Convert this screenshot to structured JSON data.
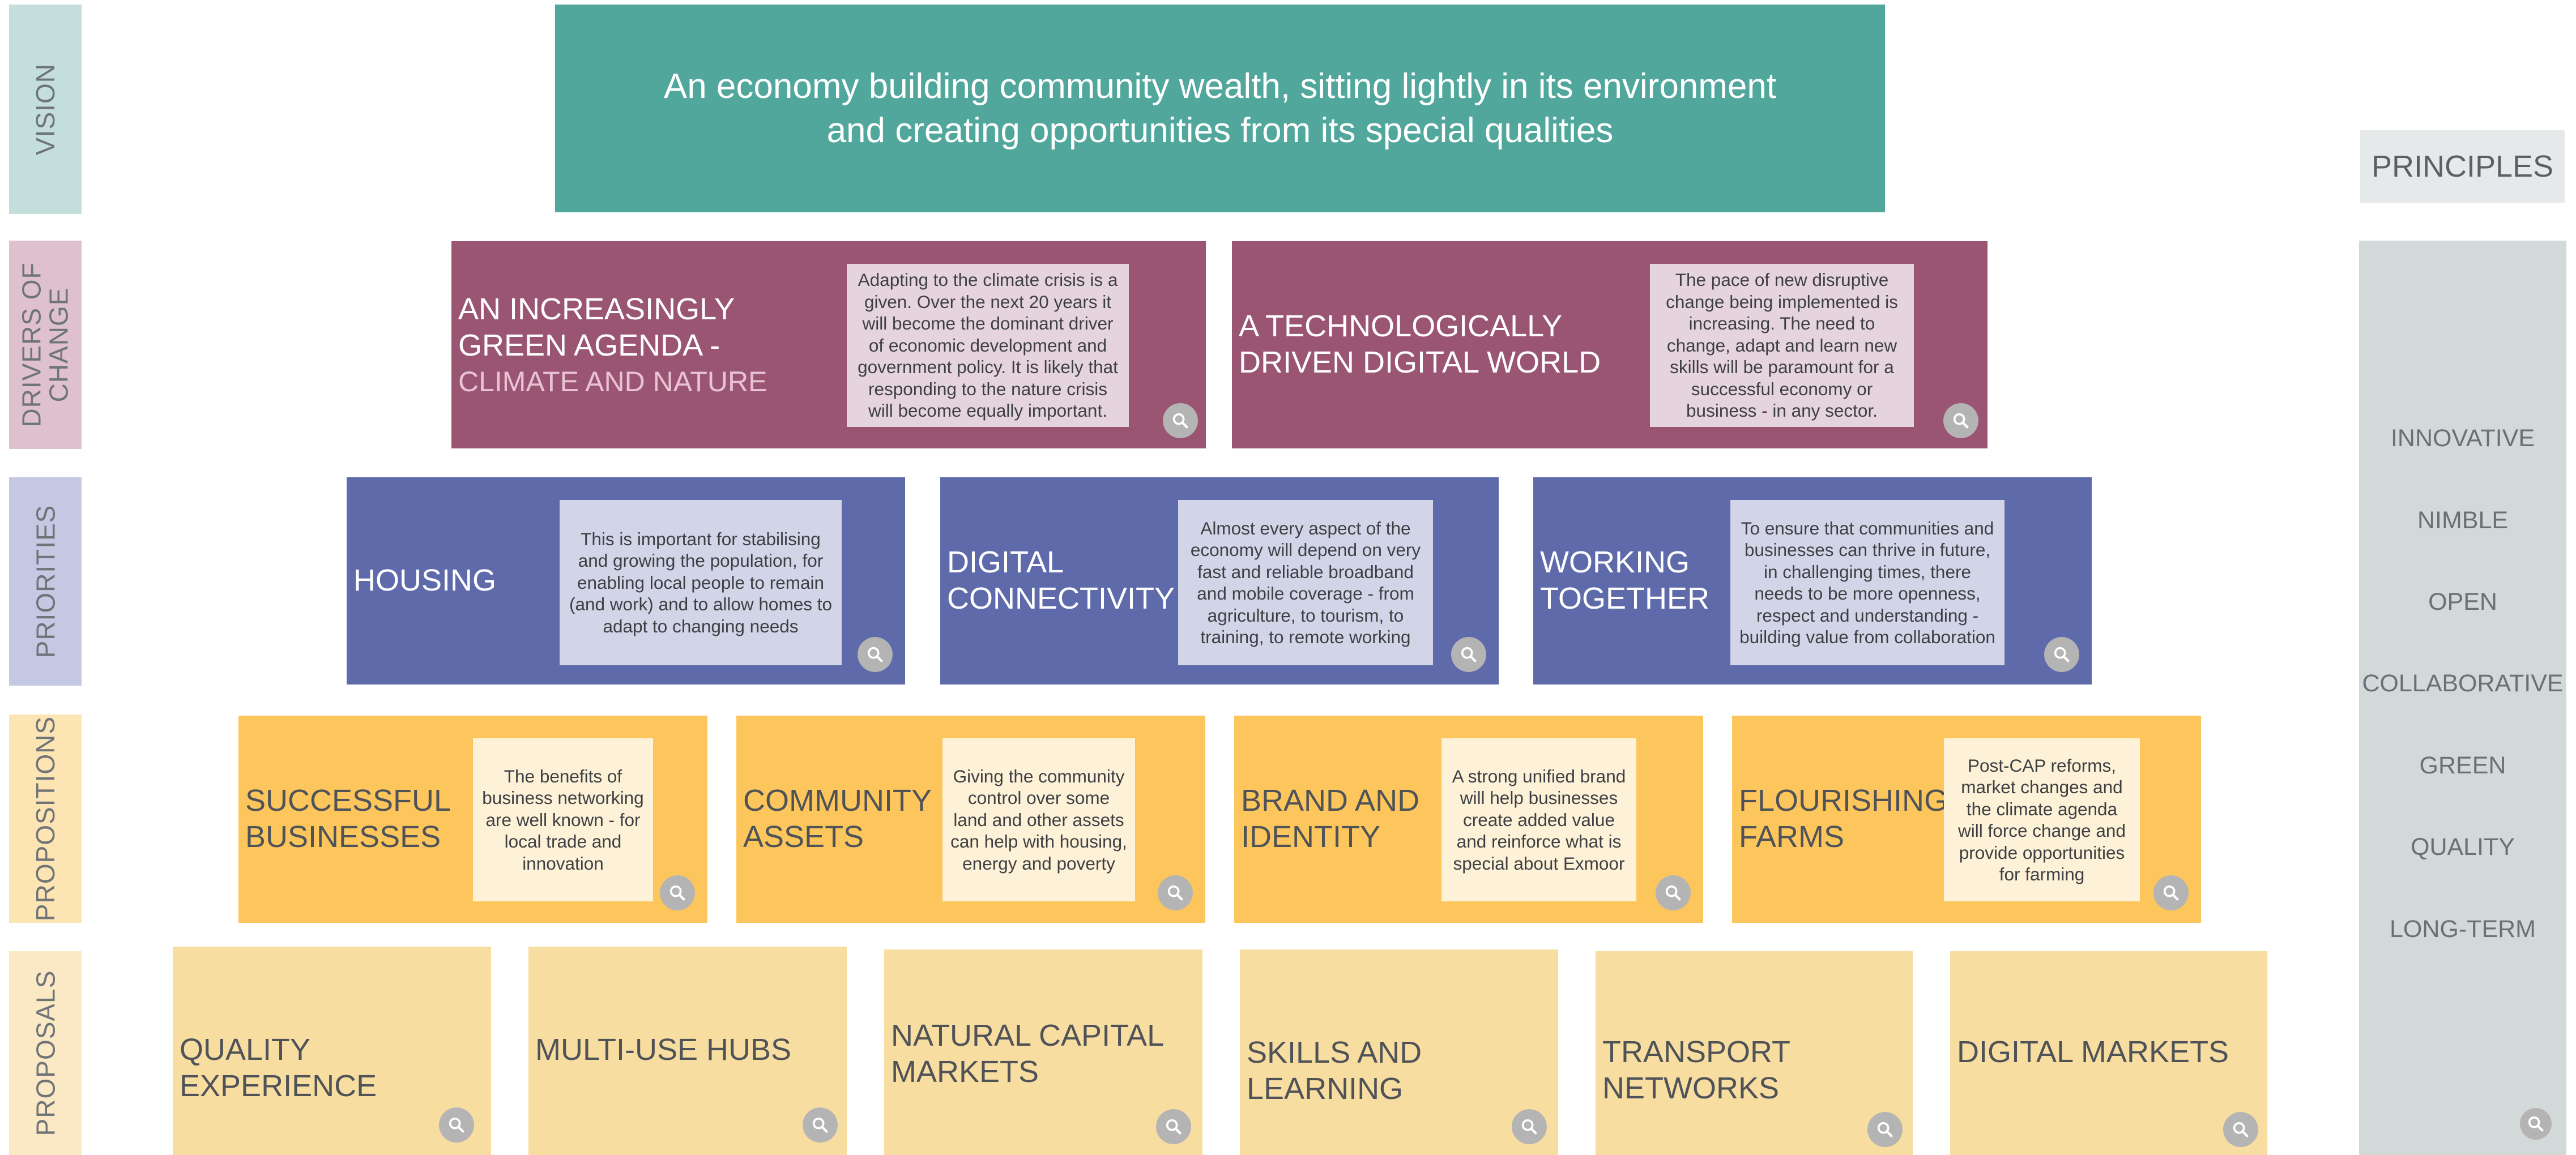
{
  "rows": {
    "vision": "VISION",
    "drivers": [
      "DRIVERS OF",
      "CHANGE"
    ],
    "priorities": "PRIORITIES",
    "propositions": "PROPOSITIONS",
    "proposals": "PROPOSALS"
  },
  "vision": {
    "line1": "An economy building community wealth, sitting lightly in its environment",
    "line2": "and creating opportunities from its special qualities"
  },
  "drivers": [
    {
      "title_lines": [
        "AN INCREASINGLY",
        "GREEN AGENDA -"
      ],
      "subtitle": "CLIMATE AND NATURE",
      "desc": "Adapting to the climate crisis is a given. Over the next 20 years it will become the dominant driver of economic development and government policy. It is likely that responding to the nature crisis will become equally important."
    },
    {
      "title_lines": [
        "A TECHNOLOGICALLY",
        "DRIVEN DIGITAL WORLD"
      ],
      "desc": "The pace of new disruptive change being implemented is increasing. The need to change, adapt and learn new skills will be paramount for a successful economy or business - in any sector."
    }
  ],
  "priorities": [
    {
      "title_lines": [
        "HOUSING"
      ],
      "desc": "This is important for stabilising and growing the population, for enabling local people to remain (and work) and to allow homes to adapt to changing needs"
    },
    {
      "title_lines": [
        "DIGITAL",
        "CONNECTIVITY"
      ],
      "desc": "Almost every aspect of the economy will depend on very fast and reliable broadband and mobile coverage - from agriculture, to tourism, to training, to remote working"
    },
    {
      "title_lines": [
        "WORKING",
        "TOGETHER"
      ],
      "desc": "To ensure that communities and businesses can thrive in future, in challenging times, there needs to be more openness, respect and understanding - building value from collaboration"
    }
  ],
  "propositions": [
    {
      "title_lines": [
        "SUCCESSFUL",
        "BUSINESSES"
      ],
      "desc": "The benefits of business networking are well known - for local trade and innovation"
    },
    {
      "title_lines": [
        "COMMUNITY",
        "ASSETS"
      ],
      "desc": "Giving the community control over some land and other assets can help with housing, energy and poverty"
    },
    {
      "title_lines": [
        "BRAND AND",
        "IDENTITY"
      ],
      "desc": "A strong unified brand will help businesses create added value and reinforce what is special about Exmoor"
    },
    {
      "title_lines": [
        "FLOURISHING",
        "FARMS"
      ],
      "desc": "Post-CAP reforms, market changes and the climate agenda will force change and provide opportunities for farming"
    }
  ],
  "proposals": [
    {
      "title_lines": [
        "QUALITY EXPERIENCE"
      ]
    },
    {
      "title_lines": [
        "MULTI-USE HUBS"
      ]
    },
    {
      "title_lines": [
        "NATURAL CAPITAL",
        "MARKETS"
      ]
    },
    {
      "title_lines": [
        "SKILLS AND LEARNING"
      ]
    },
    {
      "title_lines": [
        "TRANSPORT NETWORKS"
      ]
    },
    {
      "title_lines": [
        "DIGITAL MARKETS"
      ]
    }
  ],
  "principles": {
    "heading": "PRINCIPLES",
    "items": [
      "INNOVATIVE",
      "NIMBLE",
      "OPEN",
      "COLLABORATIVE",
      "GREEN",
      "QUALITY",
      "LONG-TERM"
    ]
  },
  "colors": {
    "vision": "#51a79b",
    "drivers": "#9a5573",
    "priorities": "#5e6aaa",
    "propositions": "#fdc65c",
    "proposals": "#f8dda0",
    "principles": "#d3d8d8"
  },
  "icon": "magnifier-icon"
}
